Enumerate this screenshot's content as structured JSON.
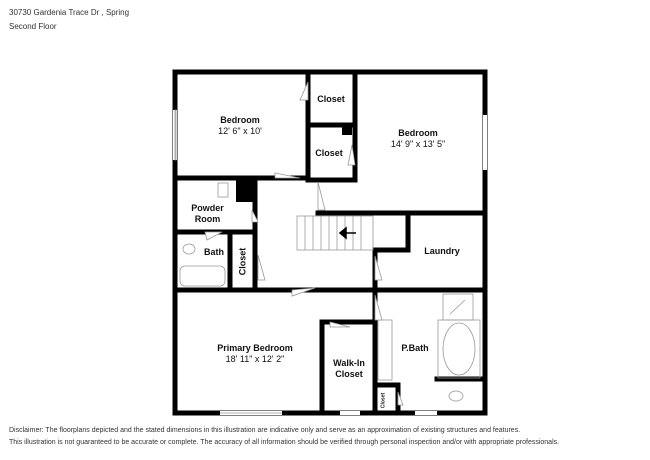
{
  "header": {
    "address": "30730 Gardenia Trace Dr , Spring",
    "floor": "Second Floor"
  },
  "rooms": [
    {
      "id": "bedroom-1",
      "name": "Bedroom",
      "dims": "12' 6\" x 10'"
    },
    {
      "id": "closet-1",
      "name": "Closet",
      "dims": ""
    },
    {
      "id": "closet-2",
      "name": "Closet",
      "dims": ""
    },
    {
      "id": "bedroom-2",
      "name": "Bedroom",
      "dims": "14' 9\" x 13' 5\""
    },
    {
      "id": "powder-room",
      "name": "Powder Room",
      "dims": ""
    },
    {
      "id": "bath",
      "name": "Bath",
      "dims": ""
    },
    {
      "id": "closet-3",
      "name": "Closet",
      "dims": ""
    },
    {
      "id": "laundry",
      "name": "Laundry",
      "dims": ""
    },
    {
      "id": "primary-bedroom",
      "name": "Primary Bedroom",
      "dims": "18' 11\" x 12' 2\""
    },
    {
      "id": "walk-in-closet",
      "name": "Walk-In Closet",
      "dims": ""
    },
    {
      "id": "p-bath",
      "name": "P.Bath",
      "dims": ""
    },
    {
      "id": "closet-4",
      "name": "Closet",
      "dims": ""
    }
  ],
  "disclaimer": {
    "line1": "Disclaimer: The floorplans depicted and the stated dimensions in this illustration are indicative only and serve as an approximation of existing structures and features.",
    "line2": "This illustration is not guaranteed to be accurate or complete. The accuracy of all information should be verified through personal inspection and/or with appropriate professionals."
  },
  "colors": {
    "wall": "#000000",
    "fixture": "#999999",
    "background": "#ffffff"
  }
}
